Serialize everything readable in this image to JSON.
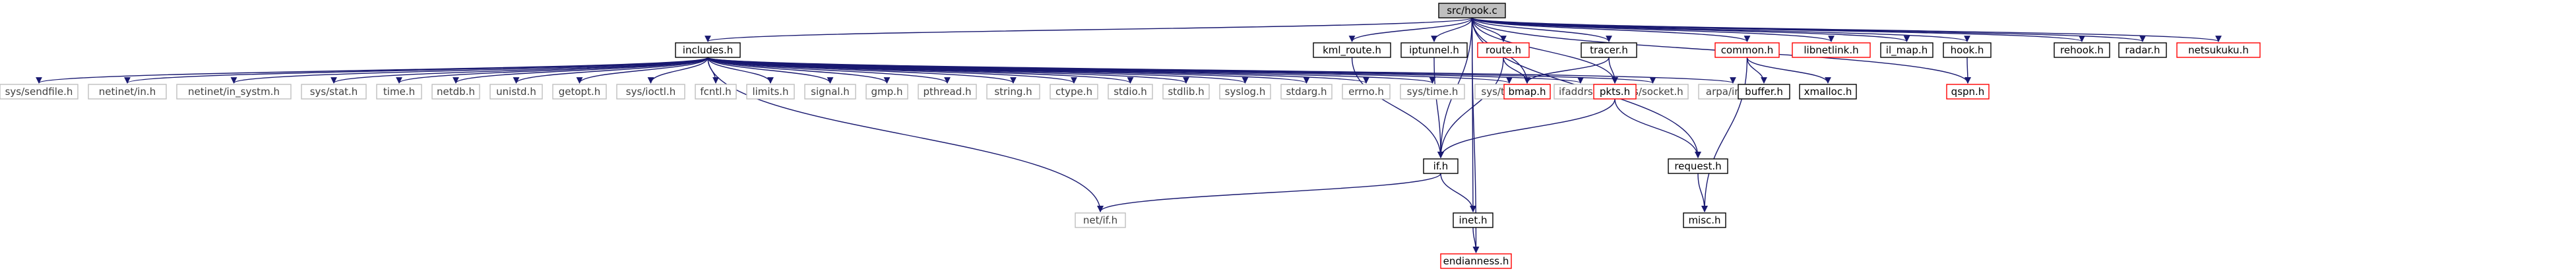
{
  "title": "src/hook.c",
  "colors": {
    "root_fill": "#bfbfbf",
    "node_fill": "#ffffff",
    "border_normal": "#000000",
    "border_missing": "#bfbfbf",
    "border_truncated": "#ff0000",
    "edge": "#191970",
    "text_normal": "#000000",
    "text_missing": "#3f3f3f"
  },
  "nodes": [
    {
      "id": "hook_c",
      "label": "src/hook.c",
      "kind": "root"
    },
    {
      "id": "includes_h",
      "label": "includes.h",
      "kind": "normal"
    },
    {
      "id": "kml_route_h",
      "label": "kml_route.h",
      "kind": "normal"
    },
    {
      "id": "iptunnel_h",
      "label": "iptunnel.h",
      "kind": "normal"
    },
    {
      "id": "route_h",
      "label": "route.h",
      "kind": "truncated"
    },
    {
      "id": "tracer_h",
      "label": "tracer.h",
      "kind": "normal"
    },
    {
      "id": "common_h",
      "label": "common.h",
      "kind": "truncated"
    },
    {
      "id": "libnetlink_h",
      "label": "libnetlink.h",
      "kind": "truncated"
    },
    {
      "id": "il_map_h",
      "label": "il_map.h",
      "kind": "normal"
    },
    {
      "id": "hook_h",
      "label": "hook.h",
      "kind": "normal"
    },
    {
      "id": "rehook_h",
      "label": "rehook.h",
      "kind": "normal"
    },
    {
      "id": "radar_h",
      "label": "radar.h",
      "kind": "normal"
    },
    {
      "id": "netsukuku_h",
      "label": "netsukuku.h",
      "kind": "truncated"
    },
    {
      "id": "sys_sendfile_h",
      "label": "sys/sendfile.h",
      "kind": "missing"
    },
    {
      "id": "netinet_in_h",
      "label": "netinet/in.h",
      "kind": "missing"
    },
    {
      "id": "netinet_in_systm_h",
      "label": "netinet/in_systm.h",
      "kind": "missing"
    },
    {
      "id": "sys_stat_h",
      "label": "sys/stat.h",
      "kind": "missing"
    },
    {
      "id": "time_h",
      "label": "time.h",
      "kind": "missing"
    },
    {
      "id": "netdb_h",
      "label": "netdb.h",
      "kind": "missing"
    },
    {
      "id": "unistd_h",
      "label": "unistd.h",
      "kind": "missing"
    },
    {
      "id": "getopt_h",
      "label": "getopt.h",
      "kind": "missing"
    },
    {
      "id": "sys_ioctl_h",
      "label": "sys/ioctl.h",
      "kind": "missing"
    },
    {
      "id": "fcntl_h",
      "label": "fcntl.h",
      "kind": "missing"
    },
    {
      "id": "limits_h",
      "label": "limits.h",
      "kind": "missing"
    },
    {
      "id": "signal_h",
      "label": "signal.h",
      "kind": "missing"
    },
    {
      "id": "gmp_h",
      "label": "gmp.h",
      "kind": "missing"
    },
    {
      "id": "pthread_h",
      "label": "pthread.h",
      "kind": "missing"
    },
    {
      "id": "string_h",
      "label": "string.h",
      "kind": "missing"
    },
    {
      "id": "ctype_h",
      "label": "ctype.h",
      "kind": "missing"
    },
    {
      "id": "stdio_h",
      "label": "stdio.h",
      "kind": "missing"
    },
    {
      "id": "stdlib_h",
      "label": "stdlib.h",
      "kind": "missing"
    },
    {
      "id": "syslog_h",
      "label": "syslog.h",
      "kind": "missing"
    },
    {
      "id": "stdarg_h",
      "label": "stdarg.h",
      "kind": "missing"
    },
    {
      "id": "errno_h",
      "label": "errno.h",
      "kind": "missing"
    },
    {
      "id": "sys_time_h",
      "label": "sys/time.h",
      "kind": "missing"
    },
    {
      "id": "sys_types_h",
      "label": "sys/types.h",
      "kind": "missing"
    },
    {
      "id": "ifaddrs_h",
      "label": "ifaddrs.h",
      "kind": "missing"
    },
    {
      "id": "sys_socket_h",
      "label": "sys/socket.h",
      "kind": "missing"
    },
    {
      "id": "arpa_inet_h",
      "label": "arpa/inet.h",
      "kind": "missing"
    },
    {
      "id": "net_if_h",
      "label": "net/if.h",
      "kind": "missing"
    },
    {
      "id": "bmap_h",
      "label": "bmap.h",
      "kind": "truncated"
    },
    {
      "id": "pkts_h",
      "label": "pkts.h",
      "kind": "truncated"
    },
    {
      "id": "buffer_h",
      "label": "buffer.h",
      "kind": "normal"
    },
    {
      "id": "xmalloc_h",
      "label": "xmalloc.h",
      "kind": "normal"
    },
    {
      "id": "qspn_h",
      "label": "qspn.h",
      "kind": "truncated"
    },
    {
      "id": "if_h",
      "label": "if.h",
      "kind": "normal"
    },
    {
      "id": "request_h",
      "label": "request.h",
      "kind": "normal"
    },
    {
      "id": "inet_h",
      "label": "inet.h",
      "kind": "normal"
    },
    {
      "id": "misc_h",
      "label": "misc.h",
      "kind": "normal"
    },
    {
      "id": "endianness_h",
      "label": "endianness.h",
      "kind": "truncated"
    }
  ],
  "edges": [
    [
      "hook_c",
      "includes_h"
    ],
    [
      "hook_c",
      "kml_route_h"
    ],
    [
      "hook_c",
      "iptunnel_h"
    ],
    [
      "hook_c",
      "route_h"
    ],
    [
      "hook_c",
      "tracer_h"
    ],
    [
      "hook_c",
      "common_h"
    ],
    [
      "hook_c",
      "libnetlink_h"
    ],
    [
      "hook_c",
      "il_map_h"
    ],
    [
      "hook_c",
      "hook_h"
    ],
    [
      "hook_c",
      "rehook_h"
    ],
    [
      "hook_c",
      "radar_h"
    ],
    [
      "hook_c",
      "netsukuku_h"
    ],
    [
      "hook_c",
      "bmap_h"
    ],
    [
      "hook_c",
      "pkts_h"
    ],
    [
      "hook_c",
      "qspn_h"
    ],
    [
      "hook_c",
      "if_h"
    ],
    [
      "hook_c",
      "request_h"
    ],
    [
      "hook_c",
      "inet_h"
    ],
    [
      "hook_c",
      "endianness_h"
    ],
    [
      "includes_h",
      "sys_sendfile_h"
    ],
    [
      "includes_h",
      "netinet_in_h"
    ],
    [
      "includes_h",
      "netinet_in_systm_h"
    ],
    [
      "includes_h",
      "sys_stat_h"
    ],
    [
      "includes_h",
      "time_h"
    ],
    [
      "includes_h",
      "netdb_h"
    ],
    [
      "includes_h",
      "unistd_h"
    ],
    [
      "includes_h",
      "getopt_h"
    ],
    [
      "includes_h",
      "sys_ioctl_h"
    ],
    [
      "includes_h",
      "fcntl_h"
    ],
    [
      "includes_h",
      "limits_h"
    ],
    [
      "includes_h",
      "signal_h"
    ],
    [
      "includes_h",
      "gmp_h"
    ],
    [
      "includes_h",
      "pthread_h"
    ],
    [
      "includes_h",
      "string_h"
    ],
    [
      "includes_h",
      "ctype_h"
    ],
    [
      "includes_h",
      "stdio_h"
    ],
    [
      "includes_h",
      "stdlib_h"
    ],
    [
      "includes_h",
      "syslog_h"
    ],
    [
      "includes_h",
      "stdarg_h"
    ],
    [
      "includes_h",
      "errno_h"
    ],
    [
      "includes_h",
      "sys_time_h"
    ],
    [
      "includes_h",
      "sys_types_h"
    ],
    [
      "includes_h",
      "ifaddrs_h"
    ],
    [
      "includes_h",
      "sys_socket_h"
    ],
    [
      "includes_h",
      "arpa_inet_h"
    ],
    [
      "includes_h",
      "net_if_h"
    ],
    [
      "kml_route_h",
      "if_h"
    ],
    [
      "iptunnel_h",
      "if_h"
    ],
    [
      "route_h",
      "bmap_h"
    ],
    [
      "route_h",
      "if_h"
    ],
    [
      "tracer_h",
      "bmap_h"
    ],
    [
      "tracer_h",
      "pkts_h"
    ],
    [
      "common_h",
      "buffer_h"
    ],
    [
      "common_h",
      "xmalloc_h"
    ],
    [
      "common_h",
      "misc_h"
    ],
    [
      "hook_h",
      "qspn_h"
    ],
    [
      "pkts_h",
      "if_h"
    ],
    [
      "pkts_h",
      "request_h"
    ],
    [
      "if_h",
      "inet_h"
    ],
    [
      "if_h",
      "net_if_h"
    ],
    [
      "request_h",
      "misc_h"
    ],
    [
      "inet_h",
      "endianness_h"
    ]
  ]
}
